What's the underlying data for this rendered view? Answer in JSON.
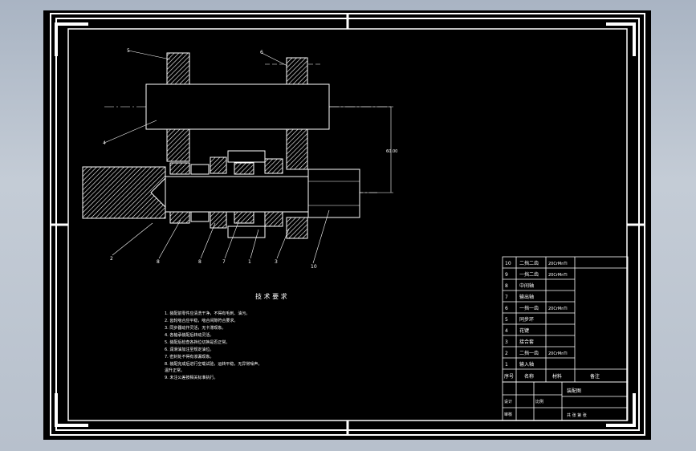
{
  "drawing": {
    "callouts": [
      "5",
      "6",
      "4",
      "2",
      "8",
      "8",
      "7",
      "1",
      "3",
      "10"
    ],
    "dimension": "60.00",
    "notes_title": "技 术 要 求",
    "notes": [
      "1. 装配前零件应清洗干净，不得有毛刺、油污。",
      "2. 齿轮啮合应平稳，啮合间隙符合要求。",
      "3. 同步器动作灵活，无卡滞现象。",
      "4. 各轴承装配后转动灵活。",
      "5. 装配后检查各挡位切换是否正常。",
      "6. 润滑油加注至规定油位。",
      "7. 密封处不得有渗漏现象。",
      "8. 装配完成后进行空载试验，运转平稳，无异常噪声，",
      "   温升正常。",
      "9. 未注公差按相关标准执行。"
    ]
  },
  "parts_list": {
    "rows": [
      {
        "no": "10",
        "name": "二挡二齿",
        "material": "20CrMnTi"
      },
      {
        "no": "9",
        "name": "一挡二齿",
        "material": "20CrMnTi"
      },
      {
        "no": "8",
        "name": "中间轴",
        "material": ""
      },
      {
        "no": "7",
        "name": "输出轴",
        "material": ""
      },
      {
        "no": "6",
        "name": "一挡一齿",
        "material": "20CrMnTi"
      },
      {
        "no": "5",
        "name": "同步环",
        "material": ""
      },
      {
        "no": "4",
        "name": "花键",
        "material": ""
      },
      {
        "no": "3",
        "name": "接合套",
        "material": ""
      },
      {
        "no": "2",
        "name": "二挡一齿",
        "material": "20CrMnTi"
      },
      {
        "no": "1",
        "name": "输入轴",
        "material": ""
      }
    ],
    "headers": {
      "no": "序号",
      "name": "名称",
      "material": "材料",
      "remark": "备注"
    }
  },
  "title_block": {
    "drawing_name": "装配图",
    "designer_label": "设计",
    "checker_label": "审核",
    "scale_label": "比例",
    "sheet_label": "共 张 第 张"
  }
}
